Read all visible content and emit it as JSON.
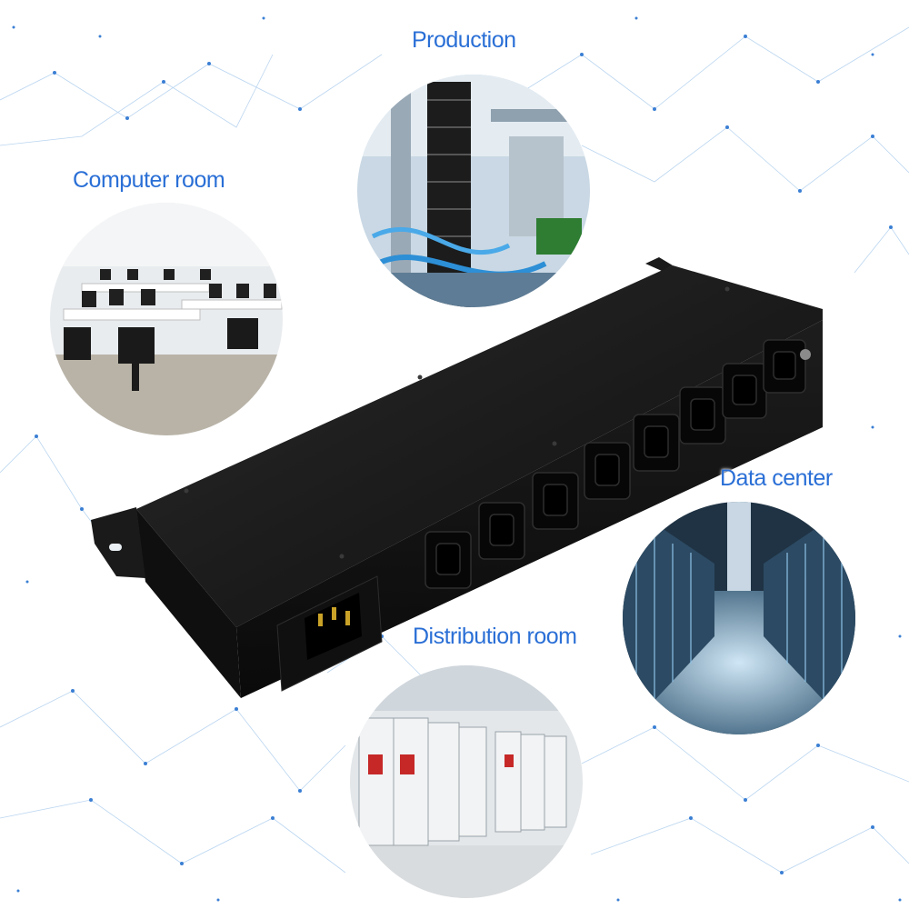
{
  "labels": {
    "production": "Production",
    "computer_room": "Computer room",
    "data_center": "Data center",
    "distribution_room": "Distribution room"
  },
  "colors": {
    "label": "#2a6fd6",
    "network_dots": "#3b7fd4",
    "pdu_body": "#161616"
  },
  "pdu": {
    "outlet_count": 8,
    "inlet_type": "C20",
    "outlet_type": "C13"
  }
}
